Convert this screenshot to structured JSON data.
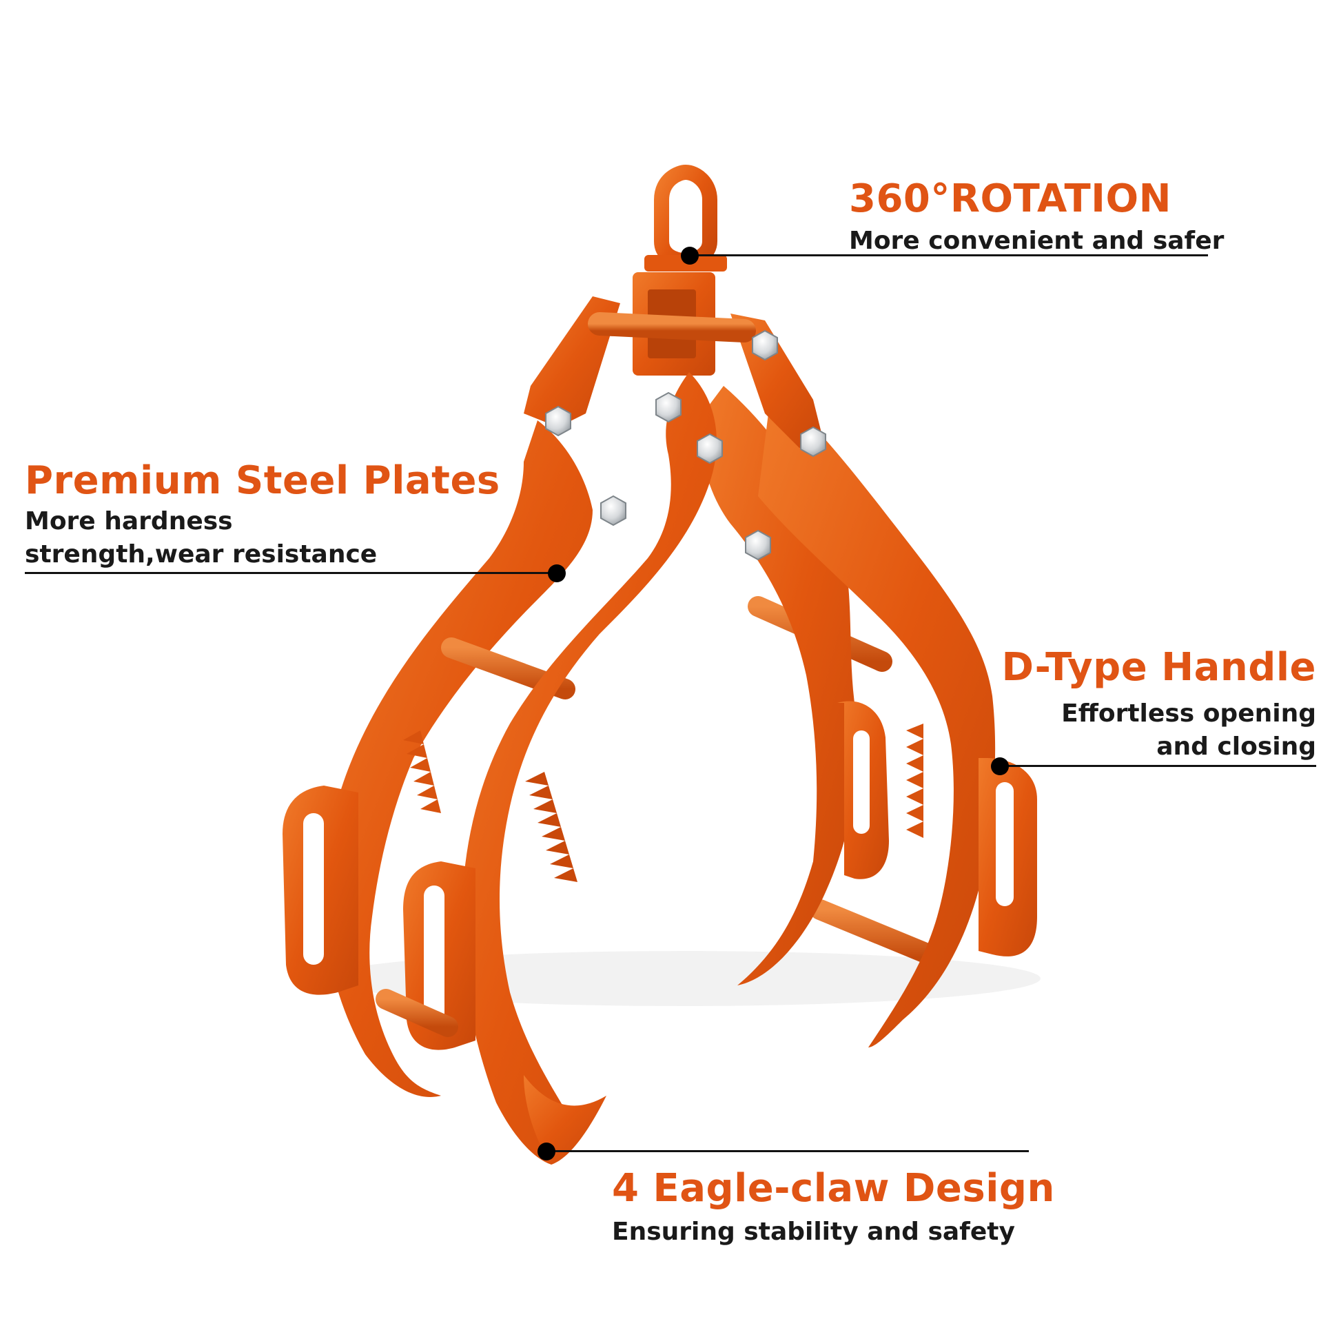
{
  "callouts": {
    "rotation": {
      "title": "360°ROTATION",
      "subtitle": "More convenient and safer"
    },
    "steel": {
      "title": "Premium Steel Plates",
      "line1": "More hardness",
      "line2": "strength,wear resistance"
    },
    "handle": {
      "title": "D-Type Handle",
      "line1": "Effortless opening",
      "line2": "and closing"
    },
    "claw": {
      "title": "4 Eagle-claw Design",
      "subtitle": "Ensuring stability and safety"
    }
  },
  "colors": {
    "accent": "#e05414",
    "steel": "#e4600f",
    "steel_dark": "#c54a0c",
    "text": "#1a1a1a",
    "bolt": "#cfd3d6"
  },
  "icons": {
    "product": "log-tong-clamp-illustration",
    "marker": "callout-dot"
  }
}
